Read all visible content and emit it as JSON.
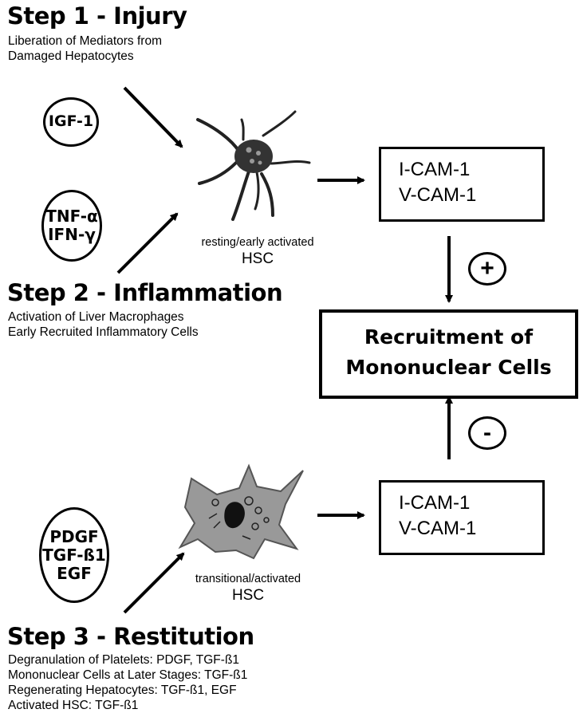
{
  "step1": {
    "title": "Step 1 - Injury",
    "lines": [
      "Liberation of Mediators from",
      "Damaged Hepatocytes"
    ]
  },
  "step2": {
    "title": "Step 2 - Inflammation",
    "lines": [
      "Activation of Liver Macrophages",
      "Early Recruited Inflammatory Cells"
    ]
  },
  "step3": {
    "title": "Step 3 - Restitution",
    "lines": [
      "Degranulation of Platelets: PDGF, TGF-ß1",
      "Mononuclear Cells at Later Stages: TGF-ß1",
      "Regenerating Hepatocytes: TGF-ß1, EGF",
      "Activated HSC: TGF-ß1"
    ]
  },
  "mediators": {
    "igf": [
      "IGF-1"
    ],
    "tnf": [
      "TNF-α",
      "IFN-γ"
    ],
    "pdgf": [
      "PDGF",
      "TGF-ß1",
      "EGF"
    ]
  },
  "cells": {
    "resting": {
      "label": "resting/early activated",
      "name": "HSC"
    },
    "activated": {
      "label": "transitional/activated",
      "name": "HSC"
    }
  },
  "boxes": {
    "upper": {
      "lines": [
        "I-CAM-1",
        "V-CAM-1"
      ],
      "direction": "up"
    },
    "lower": {
      "lines": [
        "I-CAM-1",
        "V-CAM-1"
      ],
      "direction": "down"
    },
    "center": {
      "lines": [
        "Recruitment of",
        "Mononuclear Cells"
      ]
    }
  },
  "signs": {
    "plus": "+",
    "minus": "-"
  }
}
